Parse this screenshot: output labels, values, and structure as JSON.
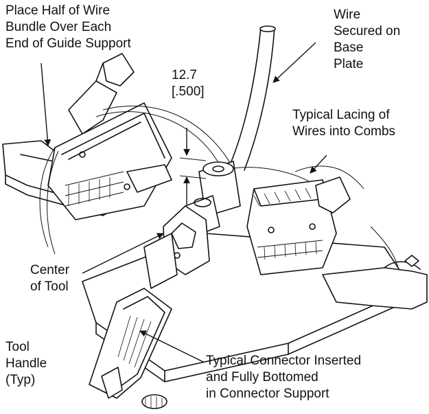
{
  "labels": {
    "place_half": [
      "Place Half of Wire",
      "Bundle Over Each",
      "End of Guide Support"
    ],
    "wire_secured": [
      "Wire",
      "Secured on",
      "Base",
      "Plate"
    ],
    "dimension": [
      "12.7",
      "[.500]"
    ],
    "typical_lacing": [
      "Typical Lacing of",
      "Wires into Combs"
    ],
    "center_of_tool": [
      "Center",
      "of Tool"
    ],
    "tool_handle": [
      "Tool",
      "Handle",
      "(Typ)"
    ],
    "typical_connector": [
      "Typical Connector Inserted",
      "and Fully Bottomed",
      "in Connector Support"
    ]
  },
  "colors": {
    "ink": "#111111",
    "background": "#ffffff"
  }
}
